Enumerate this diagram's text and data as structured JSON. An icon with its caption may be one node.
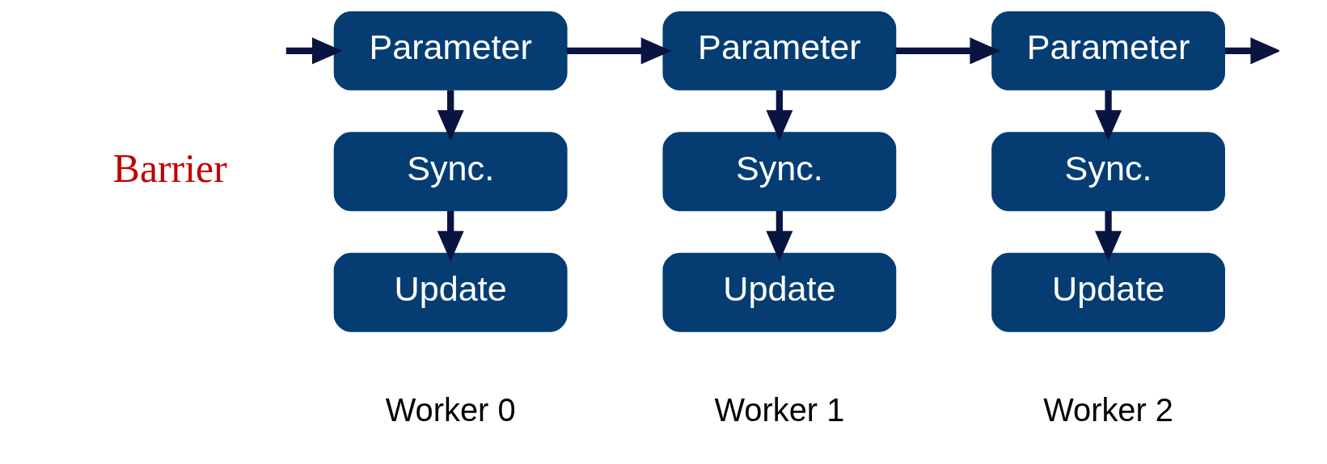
{
  "diagram": {
    "nodes": [
      {
        "text": [
          "Parameter"
        ]
      },
      {
        "text": [
          "Sync."
        ]
      },
      {
        "text": [
          "Update"
        ]
      },
      {
        "text": [
          "Parameter"
        ]
      },
      {
        "text": [
          "Sync."
        ]
      },
      {
        "text": [
          "Update"
        ]
      },
      {
        "text": [
          "Parameter"
        ]
      },
      {
        "text": [
          "Sync."
        ]
      },
      {
        "text": [
          "Update"
        ]
      }
    ],
    "edges": [
      {
        "from": null,
        "to": 0,
        "arrow": "to"
      },
      {
        "from": 0,
        "to": 3,
        "arrow": "to"
      },
      {
        "from": 3,
        "to": 6,
        "arrow": "to"
      },
      {
        "from": 6,
        "to": null,
        "arrow": "to"
      },
      {
        "from": 0,
        "to": 1,
        "arrow": "to"
      },
      {
        "from": 1,
        "to": 2,
        "arrow": "to"
      },
      {
        "from": 3,
        "to": 4,
        "arrow": "to"
      },
      {
        "from": 4,
        "to": 5,
        "arrow": "to"
      },
      {
        "from": 6,
        "to": 7,
        "arrow": "to"
      },
      {
        "from": 7,
        "to": 8,
        "arrow": "to"
      }
    ],
    "labels": [
      "Barrier",
      "Worker 0",
      "Worker 1",
      "Worker 2"
    ]
  }
}
